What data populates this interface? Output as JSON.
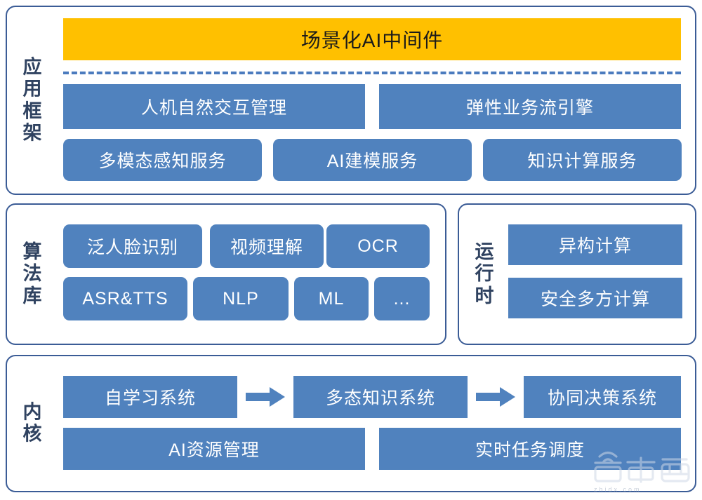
{
  "diagram": {
    "title_block": {
      "label": "场景化AI中间件",
      "color": "#FFC000"
    },
    "accent_blue": "#5082BE",
    "panel_border": "#3B5C96",
    "label_color": "#2F4260",
    "layers": [
      {
        "id": "application-framework",
        "label": "应用框架",
        "rows": [
          {
            "id": "middleware-row",
            "items": [
              {
                "label": "场景化AI中间件",
                "style": "orange"
              }
            ]
          },
          {
            "id": "framework-row-1",
            "items": [
              {
                "label": "人机自然交互管理",
                "style": "sharp"
              },
              {
                "label": "弹性业务流引擎",
                "style": "sharp"
              }
            ]
          },
          {
            "id": "framework-row-2",
            "items": [
              {
                "label": "多模态感知服务",
                "style": "round"
              },
              {
                "label": "AI建模服务",
                "style": "round"
              },
              {
                "label": "知识计算服务",
                "style": "round"
              }
            ]
          }
        ]
      },
      {
        "id": "algorithm-library",
        "label": "算法库",
        "rows": [
          {
            "id": "algo-row-1",
            "items": [
              {
                "label": "泛人脸识别",
                "style": "round"
              },
              {
                "label": "视频理解",
                "style": "round"
              },
              {
                "label": "OCR",
                "style": "round"
              }
            ]
          },
          {
            "id": "algo-row-2",
            "items": [
              {
                "label": "ASR&TTS",
                "style": "round"
              },
              {
                "label": "NLP",
                "style": "round"
              },
              {
                "label": "ML",
                "style": "round"
              },
              {
                "label": "...",
                "style": "round"
              }
            ]
          }
        ]
      },
      {
        "id": "runtime",
        "label": "运行时",
        "rows": [
          {
            "id": "runtime-row-1",
            "items": [
              {
                "label": "异构计算",
                "style": "sharp"
              }
            ]
          },
          {
            "id": "runtime-row-2",
            "items": [
              {
                "label": "安全多方计算",
                "style": "sharp"
              }
            ]
          }
        ]
      },
      {
        "id": "kernel",
        "label": "内核",
        "rows": [
          {
            "id": "kernel-row-1",
            "items": [
              {
                "label": "自学习系统",
                "style": "sharp"
              },
              {
                "label": "多态知识系统",
                "style": "sharp"
              },
              {
                "label": "协同决策系统",
                "style": "sharp"
              }
            ],
            "arrows": 2
          },
          {
            "id": "kernel-row-2",
            "items": [
              {
                "label": "AI资源管理",
                "style": "sharp"
              },
              {
                "label": "实时任务调度",
                "style": "sharp"
              }
            ]
          }
        ]
      }
    ]
  },
  "watermark": {
    "brand": "智东西",
    "domain": "zhidx.com"
  }
}
